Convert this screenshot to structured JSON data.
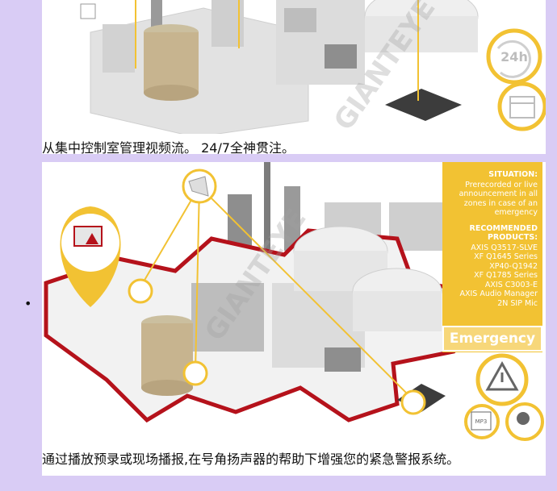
{
  "captions": {
    "first": "从集中控制室管理视频流。 24/7全神贯注。",
    "second": "通过播放预录或现场播报,在号角扬声器的帮助下增强您的紧急警报系统。"
  },
  "list": {
    "bullet": "•"
  },
  "figure1": {
    "badge_24h": "24h",
    "icons": [
      "clock-24h-icon",
      "calendar-icon"
    ]
  },
  "figure2": {
    "situation_title": "SITUATION:",
    "situation_lines": [
      "Prerecorded or live",
      "announcement in all",
      "zones in case of an",
      "emergency"
    ],
    "products_title": "RECOMMENDED PRODUCTS:",
    "products": [
      "AXIS Q3517-SLVE",
      "XF Q1645 Series",
      "XP40-Q1942",
      "XF Q1785 Series",
      "AXIS C3003-E",
      "AXIS Audio Manager",
      "2N SIP Mic"
    ],
    "banner": "Emergency",
    "mp3_label": "MP3",
    "icons": [
      "warning-icon",
      "mp3-icon",
      "speaking-head-icon",
      "horn-speaker-icon",
      "map-pin-icon"
    ]
  },
  "watermark": {
    "text": "GIANTEYE"
  },
  "colors": {
    "accent": "#f2c233",
    "red": "#b5121b",
    "bg": "#d9ccf5"
  }
}
